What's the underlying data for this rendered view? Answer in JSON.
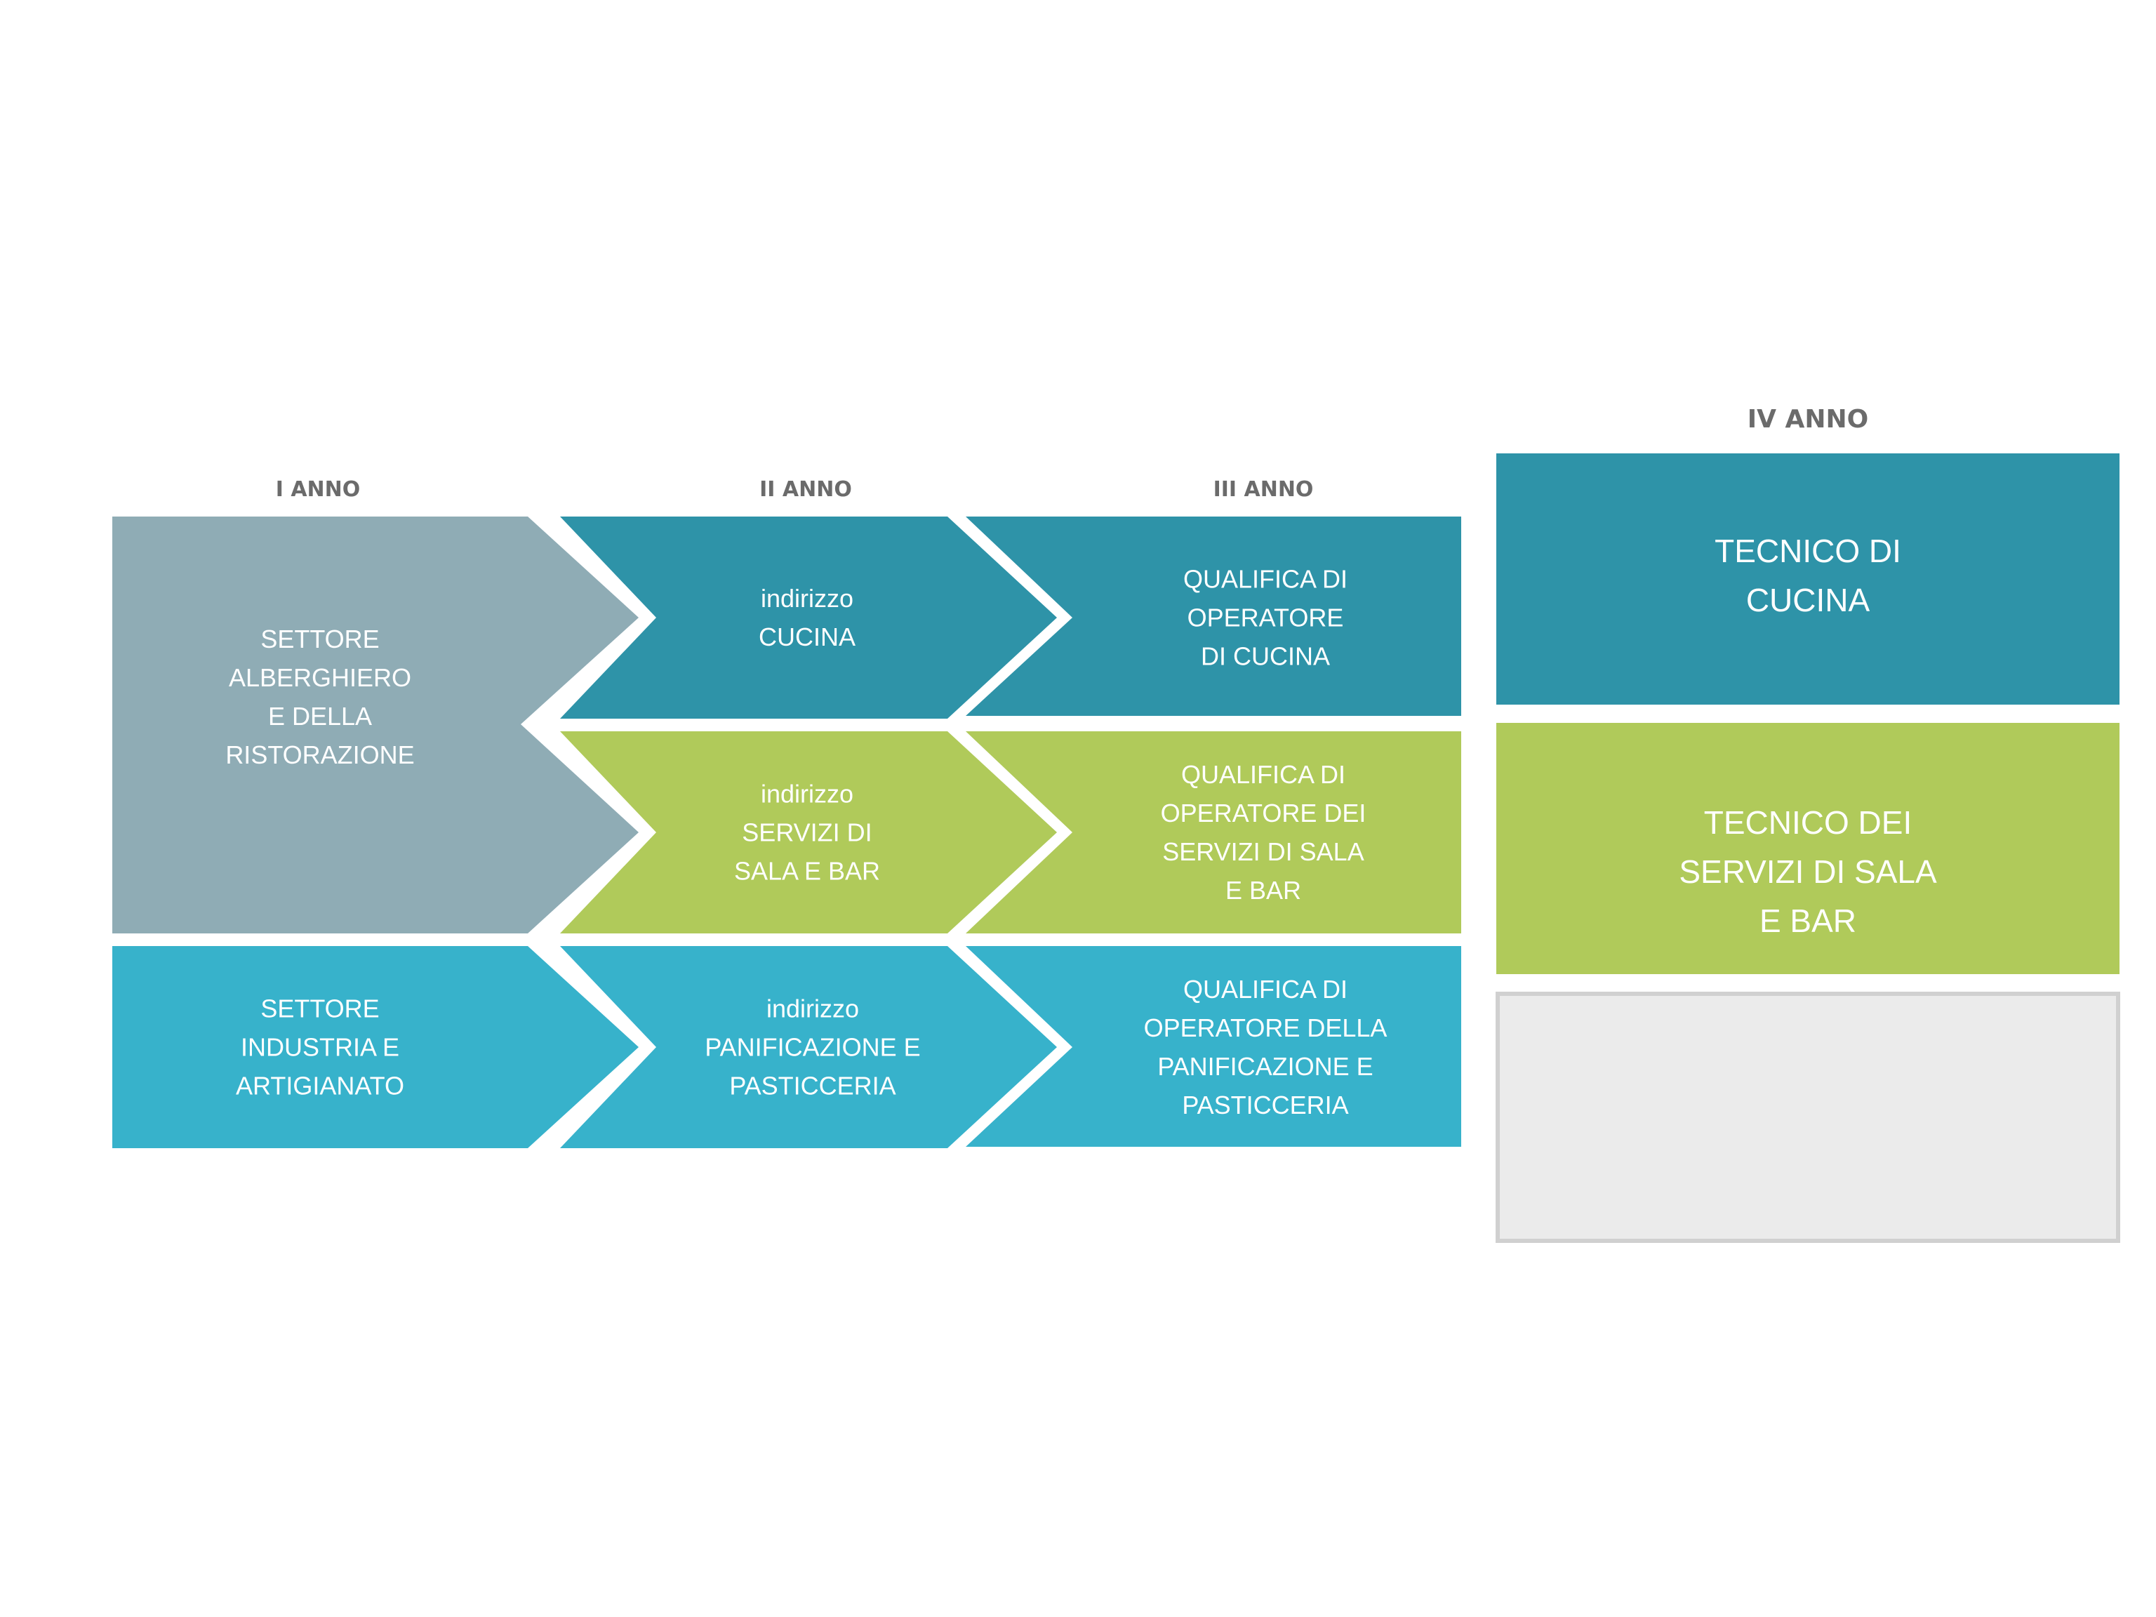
{
  "colors": {
    "grey_blue": "#8facb5",
    "dark_teal": "#2e93a8",
    "lime_green": "#b0ca5a",
    "light_teal": "#37b2cb",
    "empty_fill": "#ebebeb",
    "empty_stroke": "#d0d0d0",
    "label_text": "#6b6b6b",
    "box_text": "#ffffff"
  },
  "years": {
    "first": "I ANNO",
    "second": "II ANNO",
    "third": "III ANNO",
    "fourth": "IV ANNO"
  },
  "sectors": {
    "alberghiero": [
      "SETTORE",
      "ALBERGHIERO",
      "E DELLA",
      "RISTORAZIONE"
    ],
    "industria": [
      "SETTORE",
      "INDUSTRIA E",
      "ARTIGIANATO"
    ]
  },
  "indirizzi": {
    "cucina": [
      "indirizzo",
      "CUCINA"
    ],
    "sala_bar": [
      "indirizzo",
      "SERVIZI DI",
      "SALA E BAR"
    ],
    "panificazione": [
      "indirizzo",
      "PANIFICAZIONE E",
      "PASTICCERIA"
    ]
  },
  "qualifiche": {
    "cucina": [
      "QUALIFICA DI",
      "OPERATORE",
      "DI CUCINA"
    ],
    "sala_bar": [
      "QUALIFICA DI",
      "OPERATORE DEI",
      "SERVIZI DI SALA",
      "E BAR"
    ],
    "panificazione": [
      "QUALIFICA DI",
      "OPERATORE DELLA",
      "PANIFICAZIONE E",
      "PASTICCERIA"
    ]
  },
  "tecnici": {
    "cucina": [
      "TECNICO DI",
      "CUCINA"
    ],
    "sala_bar": [
      "TECNICO DEI",
      "SERVIZI DI SALA",
      "E BAR"
    ]
  }
}
